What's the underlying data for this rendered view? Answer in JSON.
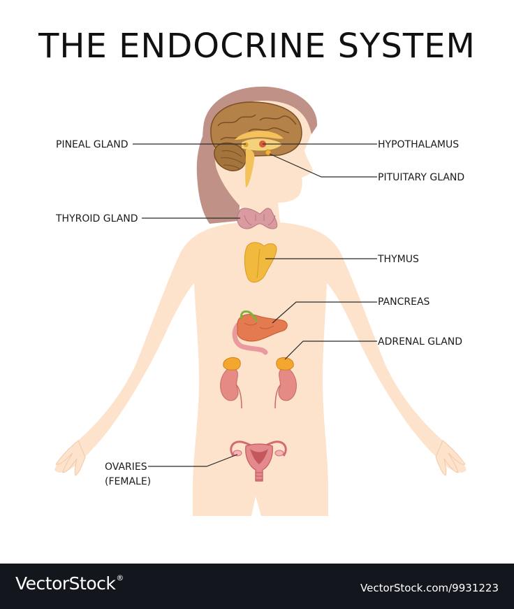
{
  "title": "THE ENDOCRINE SYSTEM",
  "labels": {
    "pineal_gland": "PINEAL GLAND",
    "hypothalamus": "HYPOTHALAMUS",
    "pituitary_gland": "PITUITARY GLAND",
    "thyroid_gland": "THYROID GLAND",
    "thymus": "THYMUS",
    "pancreas": "PANCREAS",
    "adrenal_gland": "ADRENAL GLAND",
    "ovaries_line1": "OVARIES",
    "ovaries_line2": "(FEMALE)"
  },
  "footer": {
    "brand": "VectorStock",
    "registered_mark": "®",
    "image_id": "VectorStock.com/9931223"
  },
  "colors": {
    "skin": "#fde3cc",
    "hair": "#c09186",
    "brain": "#a4743d",
    "thyroid": "#d99aa0",
    "thymus": "#f2b93f",
    "pancreas": "#e47a4f",
    "kidney": "#e58a85",
    "adrenal": "#f3a72e",
    "uterus": "#e48a8e",
    "footer_bg": "#13171d"
  }
}
